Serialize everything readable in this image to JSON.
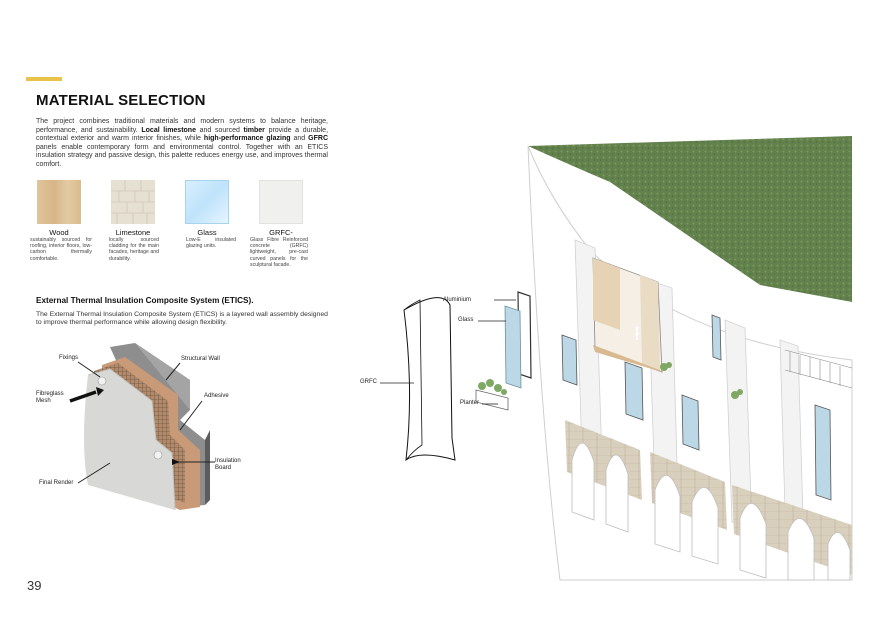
{
  "page": {
    "title": "MATERIAL SELECTION",
    "page_number": "39",
    "accent_color": "#e8c24a"
  },
  "intro": {
    "p1": "The project combines traditional materials and modern systems to balance heritage, performance, and sustainability. ",
    "b1": "Local limestone",
    "p2": " and sourced ",
    "b2": "timber",
    "p3": " provide a durable, contextual exterior and warm interior finishes, while ",
    "b3": "high-performance glazing",
    "p4": " and ",
    "b4": "GFRC",
    "p5": " panels enable contemporary form and environmental control. Together with an ETICS insulation strategy and passive design, this palette reduces energy use, and improves thermal comfort."
  },
  "materials": [
    {
      "name": "Wood",
      "desc": "sustainably sourced for roofing, interior floors, low-carbon thermally comfortable."
    },
    {
      "name": "Limestone",
      "desc": "locally sourced cladding for the main facades, heritage and durability."
    },
    {
      "name": "Glass",
      "desc": "Low-E insulated glazing units."
    },
    {
      "name": "GRFC-",
      "desc": "Glass Fibre Reinforced concrete (GRFC) lightweight, pre-cast curved panels for the sculptural facade."
    }
  ],
  "etics": {
    "title": "External Thermal Insulation Composite System (ETICS).",
    "text": "The External Thermal Insulation Composite System (ETICS) is a layered wall assembly designed to improve thermal performance while allowing design flexibility.",
    "callouts": {
      "fixings": "Fixings",
      "structural_wall": "Structural Wall",
      "fibreglass_mesh": "Fibreglass Mesh",
      "adhesive": "Adhesive",
      "insulation_board": "Insulation Board",
      "final_render": "Final Render"
    }
  },
  "axon": {
    "callouts": {
      "aluminium": "Aluminium",
      "glass": "Glass",
      "grfc": "GRFC",
      "planter": "Planter"
    }
  }
}
